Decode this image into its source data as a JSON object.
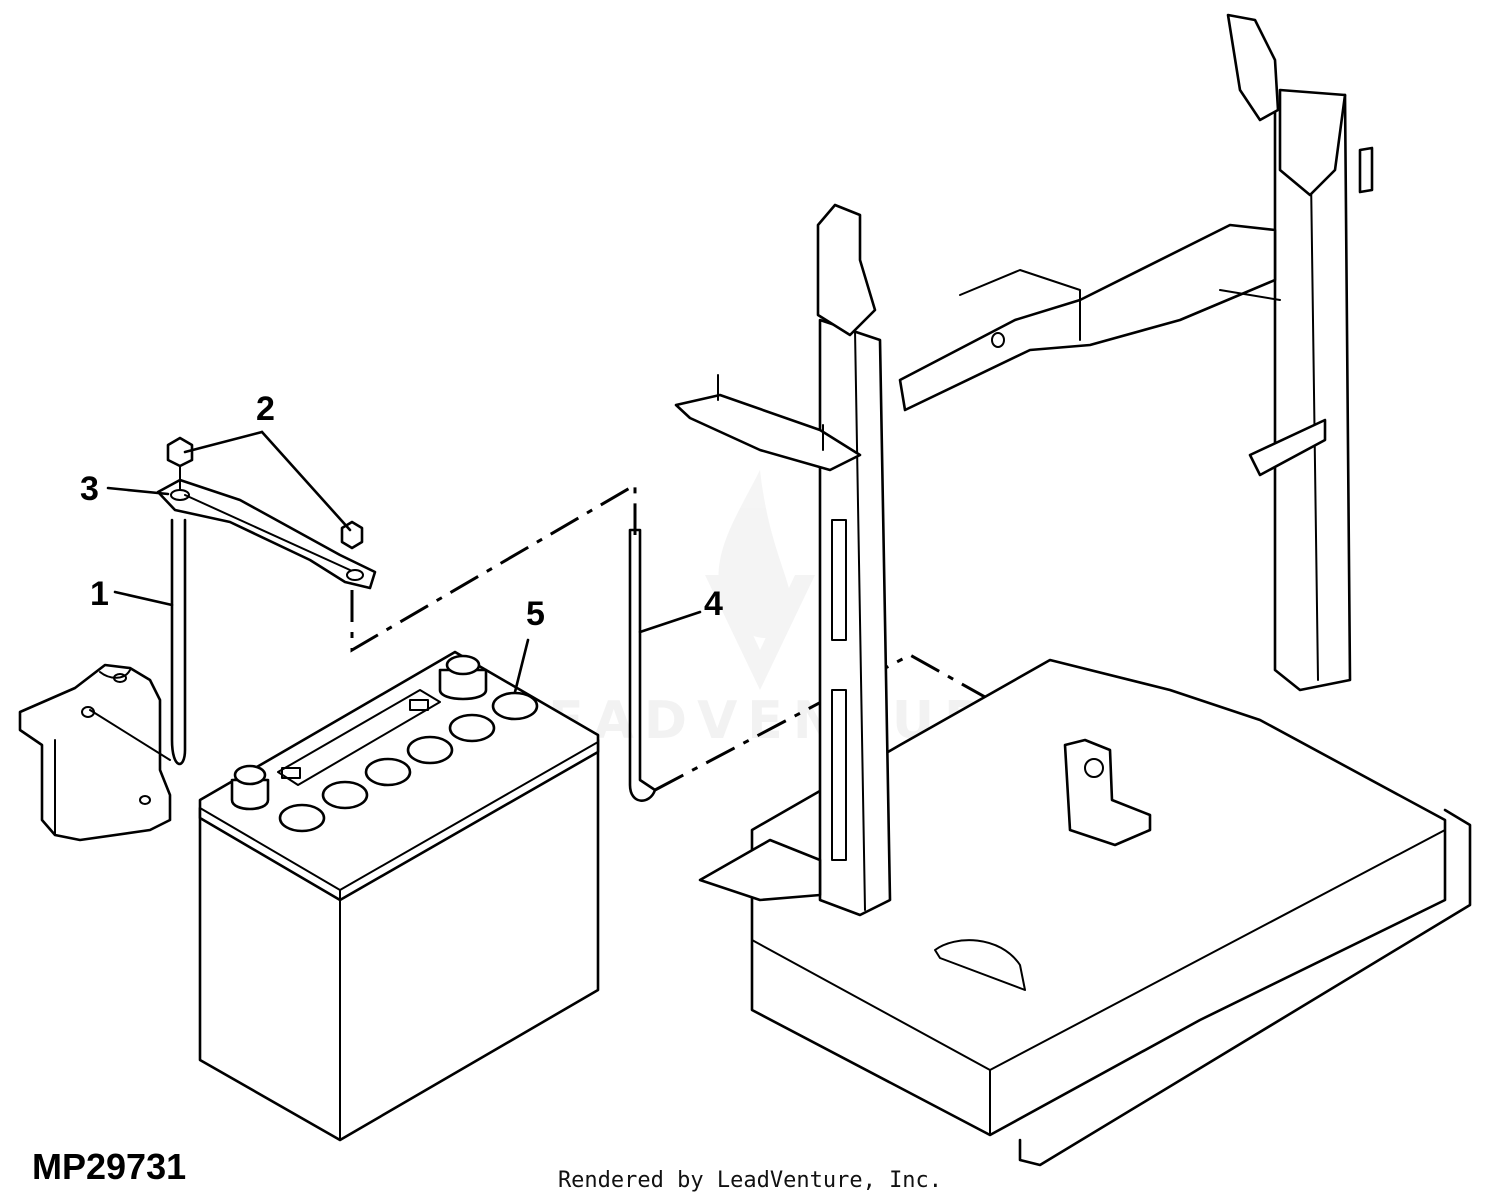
{
  "callouts": [
    {
      "label": "1"
    },
    {
      "label": "2"
    },
    {
      "label": "3"
    },
    {
      "label": "4"
    },
    {
      "label": "5"
    }
  ],
  "figure_id": "MP29731",
  "watermark": "LEADVENTURE",
  "footer": "Rendered by LeadVenture, Inc."
}
